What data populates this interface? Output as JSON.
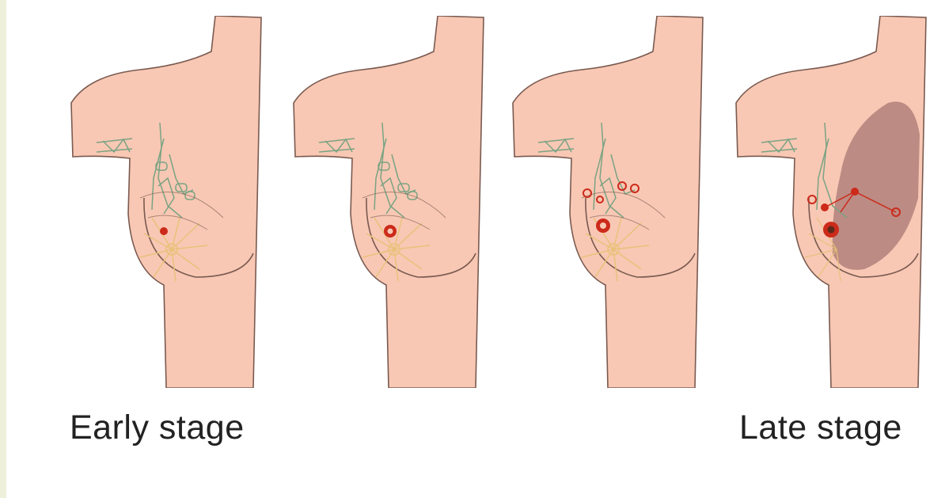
{
  "labels": {
    "early": "Early stage",
    "late": "Late stage"
  },
  "colors": {
    "skin": "#f8c8b4",
    "outline": "#7a5a50",
    "lymph": "#7aa383",
    "ducts": "#e8c27a",
    "tumor": "#cc2a1a",
    "spread": "#8a5a5c",
    "background": "#ffffff",
    "stripe": "#eef0dc"
  },
  "stages": [
    {
      "tumor": "small",
      "nodes": false,
      "spread": false
    },
    {
      "tumor": "medium",
      "nodes": false,
      "spread": false
    },
    {
      "tumor": "medium",
      "nodes": true,
      "spread": false
    },
    {
      "tumor": "large",
      "nodes": true,
      "spread": true
    }
  ]
}
